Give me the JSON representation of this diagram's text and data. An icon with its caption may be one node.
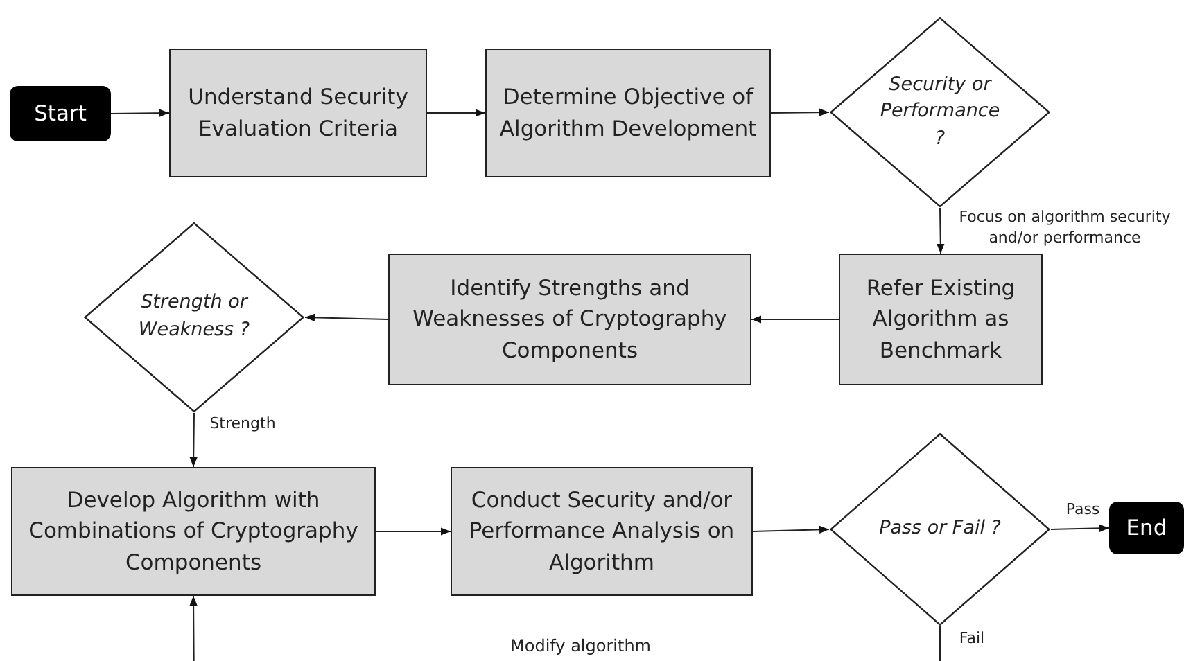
{
  "diagram": {
    "nodes": [
      {
        "text": [
          "Start"
        ]
      },
      {
        "text": [
          "Understand Security Evaluation Criteria"
        ]
      },
      {
        "text": [
          "Determine Objective of Algorithm Development"
        ]
      },
      {
        "text": [
          "Security or Performance ?"
        ]
      },
      {
        "text": [
          "Refer Existing Algorithm as Benchmark"
        ]
      },
      {
        "text": [
          "Identify Strengths and Weaknesses of Cryptography Components"
        ]
      },
      {
        "text": [
          "Strength or Weakness ?"
        ]
      },
      {
        "text": [
          "Develop Algorithm with Combinations of Cryptography Components"
        ]
      },
      {
        "text": [
          "Conduct Security and/or Performance Analysis on Algorithm"
        ]
      },
      {
        "text": [
          "Pass or Fail ?"
        ]
      },
      {
        "text": [
          "End"
        ]
      }
    ],
    "edges": [
      {
        "from": 0,
        "to": 1,
        "arrow": "to"
      },
      {
        "from": 1,
        "to": 2,
        "arrow": "to"
      },
      {
        "from": 2,
        "to": 3,
        "arrow": "to"
      },
      {
        "from": 3,
        "to": 4,
        "arrow": "to",
        "label": "Focus on algorithm security and/or performance"
      },
      {
        "from": 4,
        "to": 5,
        "arrow": "to"
      },
      {
        "from": 5,
        "to": 6,
        "arrow": "to"
      },
      {
        "from": 6,
        "to": 7,
        "arrow": "to",
        "label": "Strength"
      },
      {
        "from": 7,
        "to": 8,
        "arrow": "to"
      },
      {
        "from": 8,
        "to": 9,
        "arrow": "to"
      },
      {
        "from": 9,
        "to": 10,
        "arrow": "to",
        "label": "Pass"
      },
      {
        "from": 9,
        "to": 7,
        "arrow": "to",
        "label": "Fail"
      }
    ],
    "labels": [
      "Modify algorithm"
    ]
  }
}
